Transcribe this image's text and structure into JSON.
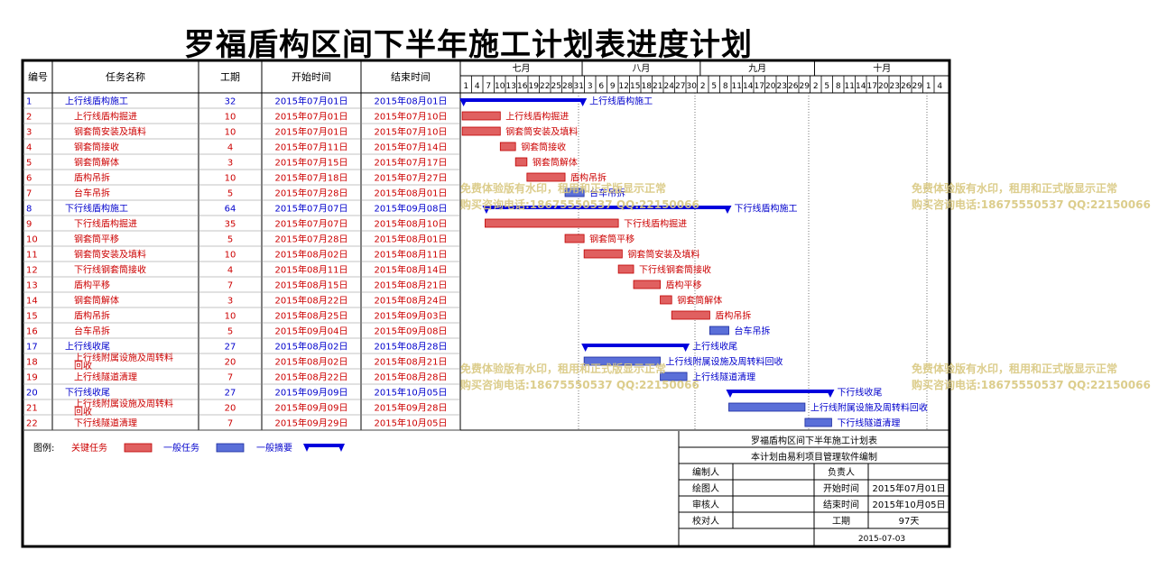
{
  "page_title": "罗福盾构区间下半年施工计划表进度计划",
  "table": {
    "headers": [
      "编号",
      "任务名称",
      "工期",
      "开始时间",
      "结束时间"
    ]
  },
  "timeline": {
    "months": [
      {
        "label": "七月",
        "start": "2015-06-30"
      },
      {
        "label": "八月",
        "start": "2015-08-01"
      },
      {
        "label": "九月",
        "start": "2015-09-01"
      },
      {
        "label": "十月",
        "start": "2015-10-01"
      }
    ],
    "day_ticks": [
      "1",
      "4",
      "7",
      "10",
      "13",
      "16",
      "19",
      "22",
      "25",
      "28",
      "31",
      "3",
      "6",
      "9",
      "12",
      "15",
      "18",
      "21",
      "24",
      "27",
      "30",
      "2",
      "5",
      "8",
      "11",
      "14",
      "17",
      "20",
      "23",
      "26",
      "29",
      "2",
      "5",
      "8",
      "11",
      "14",
      "17",
      "20",
      "23",
      "26",
      "29",
      "1",
      "4"
    ]
  },
  "chart_data": {
    "type": "gantt",
    "x_range": [
      "2015-06-30",
      "2015-11-05"
    ],
    "tasks": [
      {
        "id": "1",
        "name": "上行线盾构施工",
        "duration": "32",
        "start": "2015-07-01",
        "end": "2015-08-01",
        "kind": "summary",
        "days": 32
      },
      {
        "id": "2",
        "name": "上行线盾构掘进",
        "duration": "10",
        "start": "2015-07-01",
        "end": "2015-07-10",
        "kind": "critical",
        "days": 10
      },
      {
        "id": "3",
        "name": "钢套筒安装及填料",
        "duration": "10",
        "start": "2015-07-01",
        "end": "2015-07-10",
        "kind": "critical",
        "days": 10
      },
      {
        "id": "4",
        "name": "钢套筒接收",
        "duration": "4",
        "start": "2015-07-11",
        "end": "2015-07-14",
        "kind": "critical",
        "days": 4
      },
      {
        "id": "5",
        "name": "钢套筒解体",
        "duration": "3",
        "start": "2015-07-15",
        "end": "2015-07-17",
        "kind": "critical",
        "days": 3
      },
      {
        "id": "6",
        "name": "盾构吊拆",
        "duration": "10",
        "start": "2015-07-18",
        "end": "2015-07-27",
        "kind": "critical",
        "days": 10
      },
      {
        "id": "7",
        "name": "台车吊拆",
        "duration": "5",
        "start": "2015-07-28",
        "end": "2015-08-01",
        "kind": "normal",
        "days": 5
      },
      {
        "id": "8",
        "name": "下行线盾构施工",
        "duration": "64",
        "start": "2015-07-07",
        "end": "2015-09-08",
        "kind": "summary",
        "days": 64
      },
      {
        "id": "9",
        "name": "下行线盾构掘进",
        "duration": "35",
        "start": "2015-07-07",
        "end": "2015-08-10",
        "kind": "critical",
        "days": 35
      },
      {
        "id": "10",
        "name": "钢套筒平移",
        "duration": "5",
        "start": "2015-07-28",
        "end": "2015-08-01",
        "kind": "critical",
        "days": 5
      },
      {
        "id": "11",
        "name": "钢套筒安装及填料",
        "duration": "10",
        "start": "2015-08-02",
        "end": "2015-08-11",
        "kind": "critical",
        "days": 10
      },
      {
        "id": "12",
        "name": "下行线钢套筒接收",
        "duration": "4",
        "start": "2015-08-11",
        "end": "2015-08-14",
        "kind": "critical",
        "days": 4
      },
      {
        "id": "13",
        "name": "盾构平移",
        "duration": "7",
        "start": "2015-08-15",
        "end": "2015-08-21",
        "kind": "critical",
        "days": 7
      },
      {
        "id": "14",
        "name": "钢套筒解体",
        "duration": "3",
        "start": "2015-08-22",
        "end": "2015-08-24",
        "kind": "critical",
        "days": 3
      },
      {
        "id": "15",
        "name": "盾构吊拆",
        "duration": "10",
        "start": "2015-08-25",
        "end": "2015-09-03",
        "kind": "critical",
        "days": 10
      },
      {
        "id": "16",
        "name": "台车吊拆",
        "duration": "5",
        "start": "2015-09-04",
        "end": "2015-09-08",
        "kind": "normal",
        "days": 5
      },
      {
        "id": "17",
        "name": "上行线收尾",
        "duration": "27",
        "start": "2015-08-02",
        "end": "2015-08-28",
        "kind": "summary",
        "days": 27
      },
      {
        "id": "18",
        "name": "上行线附属设施及周转料回收",
        "duration": "20",
        "start": "2015-08-02",
        "end": "2015-08-21",
        "kind": "normal",
        "days": 20
      },
      {
        "id": "19",
        "name": "上行线隧道清理",
        "duration": "7",
        "start": "2015-08-22",
        "end": "2015-08-28",
        "kind": "normal",
        "days": 7
      },
      {
        "id": "20",
        "name": "下行线收尾",
        "duration": "27",
        "start": "2015-09-09",
        "end": "2015-10-05",
        "kind": "summary",
        "days": 27
      },
      {
        "id": "21",
        "name": "上行线附属设施及周转料回收",
        "duration": "20",
        "start": "2015-09-09",
        "end": "2015-09-28",
        "kind": "normal",
        "days": 20
      },
      {
        "id": "22",
        "name": "下行线隧道清理",
        "duration": "7",
        "start": "2015-09-29",
        "end": "2015-10-05",
        "kind": "normal",
        "days": 7
      }
    ]
  },
  "legend": {
    "label": "图例:",
    "critical": "关键任务",
    "normal": "一般任务",
    "summary": "一般摘要"
  },
  "info_box": {
    "title": "罗福盾构区间下半年施工计划表",
    "subtitle": "本计划由易利项目管理软件编制",
    "rows": [
      {
        "l1": "编制人",
        "v1": "",
        "l2": "负责人",
        "v2": ""
      },
      {
        "l1": "绘图人",
        "v1": "",
        "l2": "开始时间",
        "v2": "2015年07月01日"
      },
      {
        "l1": "审核人",
        "v1": "",
        "l2": "结束时间",
        "v2": "2015年10月05日"
      },
      {
        "l1": "校对人",
        "v1": "",
        "l2": "工期",
        "v2": "97天"
      }
    ],
    "date": "2015-07-03"
  },
  "watermark": {
    "line1": "免费体验版有水印，租用和正式版显示正常",
    "line2": "购买咨询电话:18675550537 QQ:22150066"
  },
  "colors": {
    "critical": "#e06060",
    "critical_border": "#c00000",
    "normal": "#5a6fd8",
    "summary": "#0000dd",
    "text_blue": "#0000cc",
    "text_red": "#cc0000",
    "watermark": "#d8c880"
  }
}
